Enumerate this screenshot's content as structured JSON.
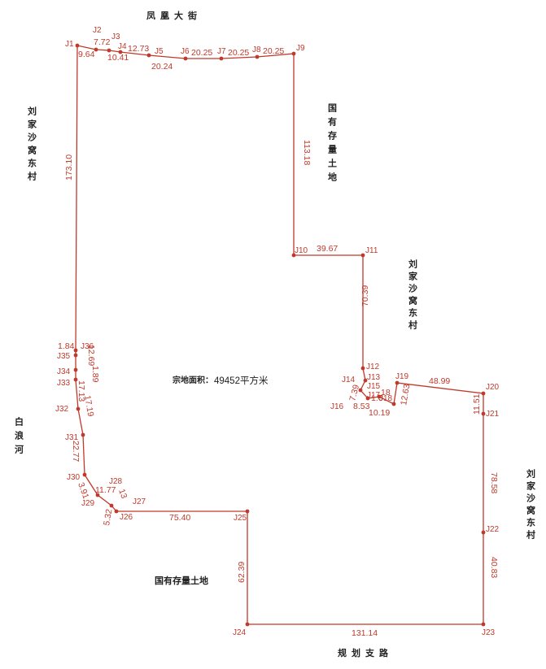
{
  "colors": {
    "boundary": "#c0392b",
    "label": "#222222"
  },
  "area_label": "宗地面积：",
  "area_value": "49452平方米",
  "neighbors": [
    {
      "id": "n-north",
      "text": "凤凰大街"
    },
    {
      "id": "n-west",
      "text": "刘家沙窝东村"
    },
    {
      "id": "n-east-top",
      "text": "国有存量土地"
    },
    {
      "id": "n-east-mid",
      "text": "刘家沙窝东村"
    },
    {
      "id": "n-east-bottom",
      "text": "刘家沙窝东村"
    },
    {
      "id": "n-west-river",
      "text": "白浪河"
    },
    {
      "id": "n-south-inner",
      "text": "国有存量土地"
    },
    {
      "id": "n-south",
      "text": "规划支路"
    }
  ],
  "points": [
    {
      "label": "J1"
    },
    {
      "label": "J2"
    },
    {
      "label": "J3"
    },
    {
      "label": "J4"
    },
    {
      "label": "J5"
    },
    {
      "label": "J6"
    },
    {
      "label": "J7"
    },
    {
      "label": "J8"
    },
    {
      "label": "J9"
    },
    {
      "label": "J10"
    },
    {
      "label": "J11"
    },
    {
      "label": "J12"
    },
    {
      "label": "J13"
    },
    {
      "label": "J14"
    },
    {
      "label": "J15"
    },
    {
      "label": "J16"
    },
    {
      "label": "J17"
    },
    {
      "label": "J18"
    },
    {
      "label": "J19"
    },
    {
      "label": "J20"
    },
    {
      "label": "J21"
    },
    {
      "label": "J22"
    },
    {
      "label": "J23"
    },
    {
      "label": "J24"
    },
    {
      "label": "J25"
    },
    {
      "label": "J26"
    },
    {
      "label": "J27"
    },
    {
      "label": "J28"
    },
    {
      "label": "J29"
    },
    {
      "label": "J30"
    },
    {
      "label": "J31"
    },
    {
      "label": "J32"
    },
    {
      "label": "J33"
    },
    {
      "label": "J34"
    },
    {
      "label": "J35"
    },
    {
      "label": "J36"
    }
  ],
  "distances": [
    "9.64",
    "7.72",
    "10.41",
    "12.73",
    "20.24",
    "20.25",
    "20.25",
    "20.25",
    "113.18",
    "39.67",
    "70.39",
    "12.69",
    "1.89",
    "7.39",
    "8.53",
    "10.19",
    "12.63",
    "48.99",
    "11.51",
    "78.58",
    "40.83",
    "131.14",
    "62.39",
    "75.40",
    "5.32",
    "11.77",
    "13",
    "3.91",
    "22.77",
    "17.19",
    "17.13",
    "173.10",
    "1.84",
    "1.0",
    "18"
  ]
}
